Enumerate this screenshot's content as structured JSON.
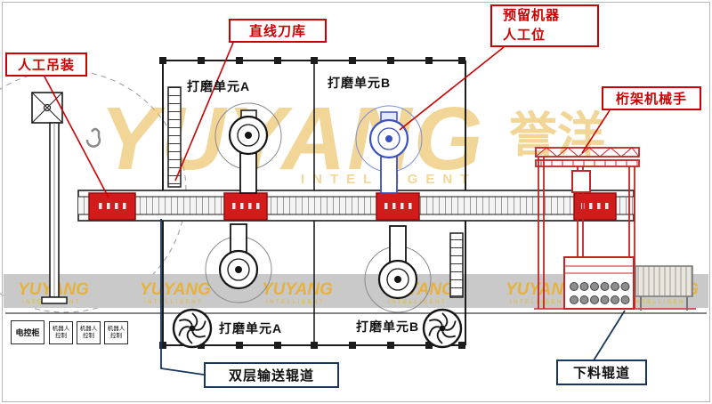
{
  "brand": {
    "name": "YUYANG",
    "name_cn": "誉洋",
    "tagline": "INTELLIGENT",
    "color": "#e7b23c"
  },
  "callouts": {
    "manual_hoist": "人工吊装",
    "linear_tool_magazine": "直线刀库",
    "reserved_robot_line1": "预留机器",
    "reserved_robot_line2": "人工位",
    "truss_manipulator": "桁架机械手",
    "double_layer_conveyor": "双层输送辊道",
    "unloading_roller": "下料辊道"
  },
  "unit_labels": {
    "top_a": "打磨单元A",
    "top_b": "打磨单元B",
    "bottom_a": "打磨单元A",
    "bottom_b": "打磨单元B"
  },
  "cabinets": {
    "electric_cabinet": "电控柜",
    "robot_ctrl_line1": "机器人",
    "robot_ctrl_line2": "控制"
  },
  "colors": {
    "callout_red": "#cc0000",
    "callout_navy": "#17375e",
    "machine_red": "#d31b1b",
    "truss_red": "#c32424",
    "robot_blue": "#3a50c0",
    "band_gray": "#c9c9c9",
    "watermark_yellow": "#e9b544"
  }
}
